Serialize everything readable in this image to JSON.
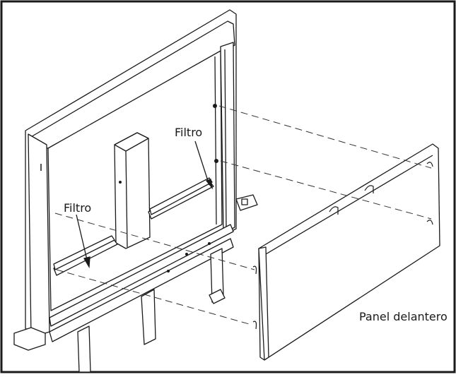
{
  "labels": {
    "filter_right": "Filtro",
    "filter_left": "Filtro",
    "front_panel": "Panel delantero"
  },
  "colors": {
    "line": "#1a1a1a",
    "dash": "#333333",
    "fill": "#ffffff"
  }
}
